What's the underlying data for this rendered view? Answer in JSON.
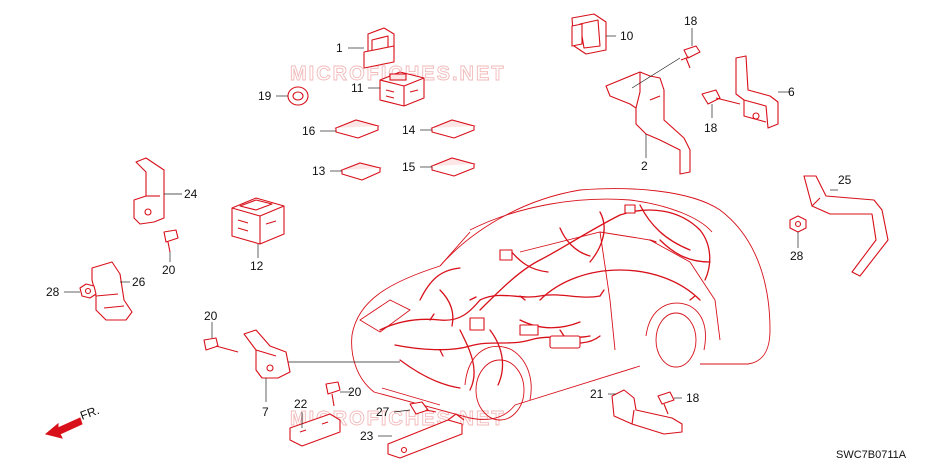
{
  "watermark": {
    "text": "MICROFICHES.NET"
  },
  "diagram": {
    "code": "SWC7B0711A",
    "front_arrow_label": "FR.",
    "callouts": [
      {
        "id": "c1",
        "label": "1"
      },
      {
        "id": "c2",
        "label": "2"
      },
      {
        "id": "c6",
        "label": "6"
      },
      {
        "id": "c7",
        "label": "7"
      },
      {
        "id": "c10",
        "label": "10"
      },
      {
        "id": "c11",
        "label": "11"
      },
      {
        "id": "c12",
        "label": "12"
      },
      {
        "id": "c13",
        "label": "13"
      },
      {
        "id": "c14",
        "label": "14"
      },
      {
        "id": "c15",
        "label": "15"
      },
      {
        "id": "c16",
        "label": "16"
      },
      {
        "id": "c18a",
        "label": "18"
      },
      {
        "id": "c18b",
        "label": "18"
      },
      {
        "id": "c18c",
        "label": "18"
      },
      {
        "id": "c19",
        "label": "19"
      },
      {
        "id": "c20a",
        "label": "20"
      },
      {
        "id": "c20b",
        "label": "20"
      },
      {
        "id": "c20c",
        "label": "20"
      },
      {
        "id": "c21",
        "label": "21"
      },
      {
        "id": "c22",
        "label": "22"
      },
      {
        "id": "c23",
        "label": "23"
      },
      {
        "id": "c24",
        "label": "24"
      },
      {
        "id": "c25",
        "label": "25"
      },
      {
        "id": "c26",
        "label": "26"
      },
      {
        "id": "c27",
        "label": "27"
      },
      {
        "id": "c28a",
        "label": "28"
      },
      {
        "id": "c28b",
        "label": "28"
      }
    ]
  },
  "colors": {
    "part_stroke": "#d8101a",
    "watermark": "#f2b9b9",
    "text": "#111111"
  }
}
